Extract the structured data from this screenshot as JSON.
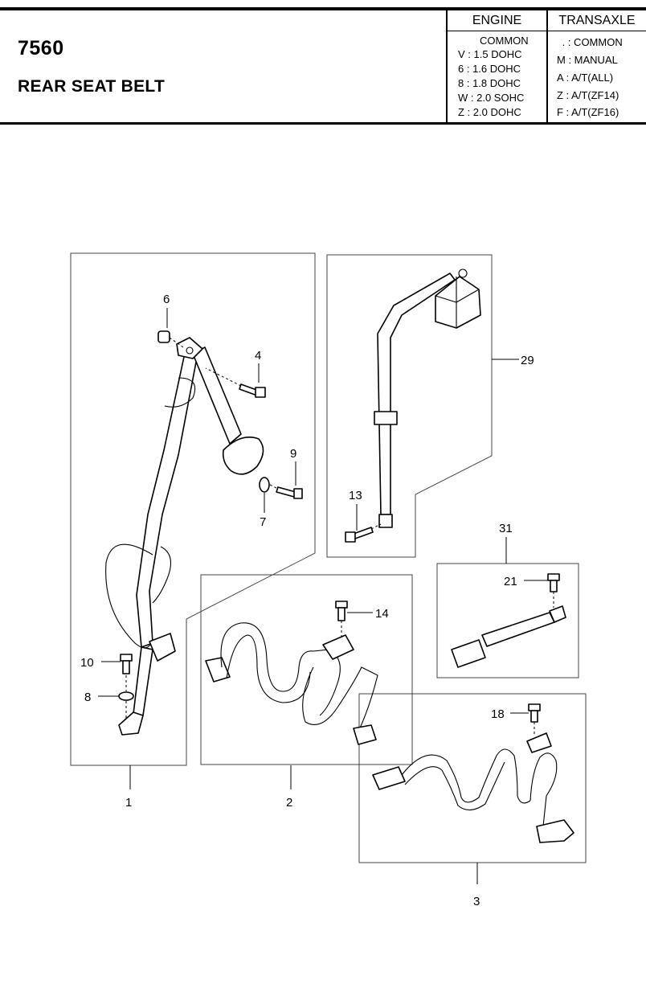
{
  "header": {
    "code": "7560",
    "title": "REAR SEAT BELT",
    "engine": {
      "heading": "ENGINE",
      "options": [
        "COMMON",
        "V : 1.5 DOHC",
        "6 : 1.6 DOHC",
        "8 : 1.8 DOHC",
        "W : 2.0 SOHC",
        "Z : 2.0 DOHC"
      ]
    },
    "transaxle": {
      "heading": "TRANSAXLE",
      "options": [
        " . : COMMON",
        "M : MANUAL",
        "A : A/T(ALL)",
        "Z : A/T(ZF14)",
        "F : A/T(ZF16)"
      ]
    }
  },
  "callouts": {
    "c1": "1",
    "c2": "2",
    "c3": "3",
    "c4": "4",
    "c6": "6",
    "c7": "7",
    "c8": "8",
    "c9": "9",
    "c10": "10",
    "c13": "13",
    "c14": "14",
    "c18": "18",
    "c21": "21",
    "c29": "29",
    "c31": "31"
  }
}
